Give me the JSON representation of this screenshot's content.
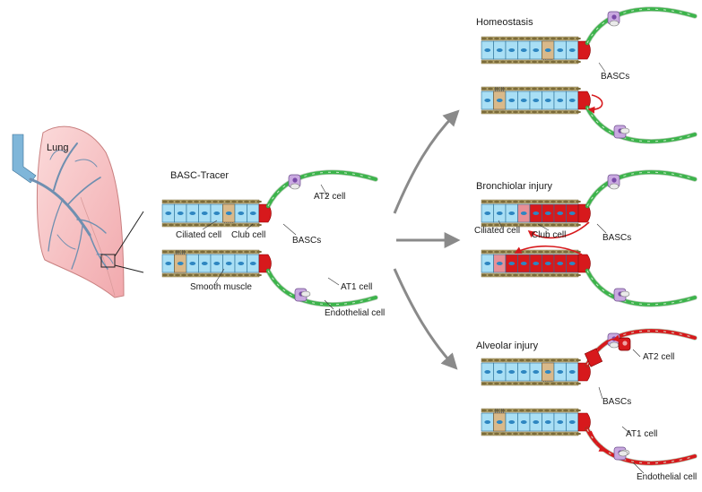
{
  "labels": {
    "lung": "Lung",
    "basc_tracer": "BASC-Tracer",
    "ciliated_cell": "Ciliated cell",
    "club_cell": "Club cell",
    "bascs": "BASCs",
    "at2_cell": "AT2 cell",
    "at1_cell": "AT1 cell",
    "smooth_muscle": "Smooth muscle",
    "endothelial_cell": "Endothelial cell",
    "homeostasis": "Homeostasis",
    "bronchiolar_injury": "Bronchiolar injury",
    "alveolar_injury": "Alveolar injury"
  },
  "colors": {
    "epithelium": "#a9dff5",
    "nucleus": "#2e86c1",
    "basc_red": "#d7191c",
    "green_cell": "#3cb44b",
    "smooth_muscle": "#7a6a3a",
    "at2_purple": "#c9a9e0",
    "lung_pink": "#f6c6c8"
  }
}
